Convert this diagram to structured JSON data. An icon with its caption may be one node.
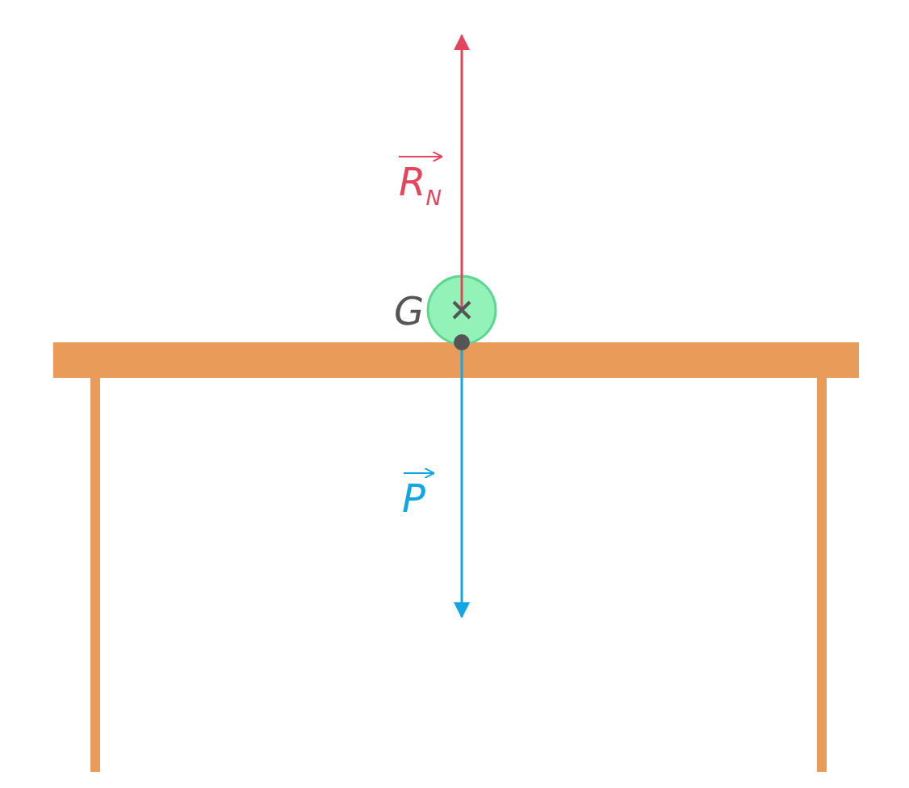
{
  "diagram": {
    "labels": [
      "G",
      "R$_{N}$",
      "P"
    ]
  }
}
